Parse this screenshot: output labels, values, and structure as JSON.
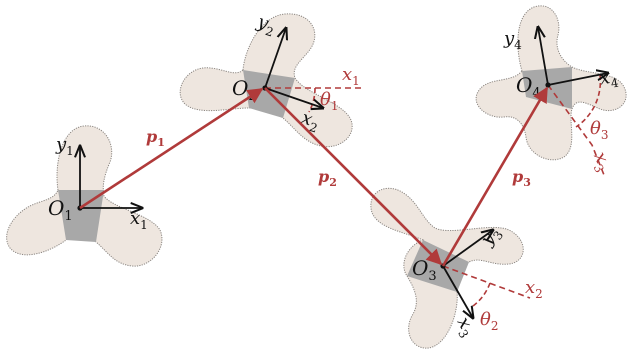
{
  "colors": {
    "body_fill": "#eee6df",
    "body_stroke": "#8a8580",
    "core_fill": "#a8a8a8",
    "axis": "#111111",
    "link": "#b03a3a",
    "annotation": "#b03a3a"
  },
  "links": [
    {
      "name": "p",
      "sub": "1"
    },
    {
      "name": "p",
      "sub": "2"
    },
    {
      "name": "p",
      "sub": "3"
    }
  ],
  "bodies": [
    {
      "origin": {
        "name": "O",
        "sub": "1"
      },
      "x_axis": {
        "name": "x",
        "sub": "1"
      },
      "y_axis": {
        "name": "y",
        "sub": "1"
      }
    },
    {
      "origin": {
        "name": "O",
        "sub": "2"
      },
      "x_axis": {
        "name": "x",
        "sub": "2"
      },
      "y_axis": {
        "name": "y",
        "sub": "2"
      },
      "ref_axis": {
        "name": "x",
        "sub": "1"
      },
      "angle": {
        "name": "θ",
        "sub": "1"
      }
    },
    {
      "origin": {
        "name": "O",
        "sub": "3"
      },
      "x_axis": {
        "name": "x",
        "sub": "3"
      },
      "y_axis": {
        "name": "y",
        "sub": "3"
      },
      "ref_axis": {
        "name": "x",
        "sub": "2"
      },
      "angle": {
        "name": "θ",
        "sub": "2"
      }
    },
    {
      "origin": {
        "name": "O",
        "sub": "4"
      },
      "x_axis": {
        "name": "x",
        "sub": "4"
      },
      "y_axis": {
        "name": "y",
        "sub": "4"
      },
      "ref_axis": {
        "name": "x",
        "sub": "3"
      },
      "angle": {
        "name": "θ",
        "sub": "3"
      }
    }
  ]
}
